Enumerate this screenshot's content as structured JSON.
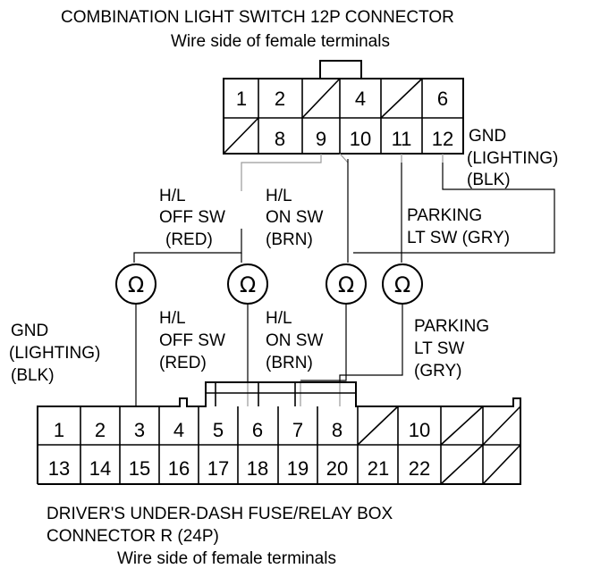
{
  "top_connector": {
    "title": "COMBINATION LIGHT SWITCH 12P CONNECTOR",
    "subtitle": "Wire side of female terminals",
    "row1": [
      "1",
      "2",
      "",
      "4",
      "",
      "6"
    ],
    "row2": [
      "",
      "8",
      "9",
      "10",
      "11",
      "12"
    ]
  },
  "bottom_connector": {
    "title_line1": "DRIVER'S UNDER-DASH FUSE/RELAY BOX",
    "title_line2": "CONNECTOR R (24P)",
    "subtitle": "Wire side of female terminals",
    "row1": [
      "1",
      "2",
      "3",
      "4",
      "5",
      "6",
      "7",
      "8",
      "",
      "10",
      "",
      ""
    ],
    "row2": [
      "13",
      "14",
      "15",
      "16",
      "17",
      "18",
      "19",
      "20",
      "21",
      "22",
      "",
      ""
    ]
  },
  "upper_labels": {
    "gnd": [
      "GND",
      "(LIGHTING)",
      "(BLK)"
    ],
    "hl_off": [
      "H/L",
      "OFF SW",
      "(RED)"
    ],
    "hl_on": [
      "H/L",
      "ON SW",
      "(BRN)"
    ],
    "parking": [
      "PARKING",
      "LT SW (GRY)"
    ]
  },
  "lower_labels": {
    "gnd": [
      "GND",
      "(LIGHTING)",
      "(BLK)"
    ],
    "hl_off": [
      "H/L",
      "OFF SW",
      "(RED)"
    ],
    "hl_on": [
      "H/L",
      "ON SW",
      "(BRN)"
    ],
    "parking": [
      "PARKING",
      "LT SW",
      "(GRY)"
    ]
  },
  "meters": [
    "Ω",
    "Ω",
    "Ω",
    "Ω"
  ]
}
